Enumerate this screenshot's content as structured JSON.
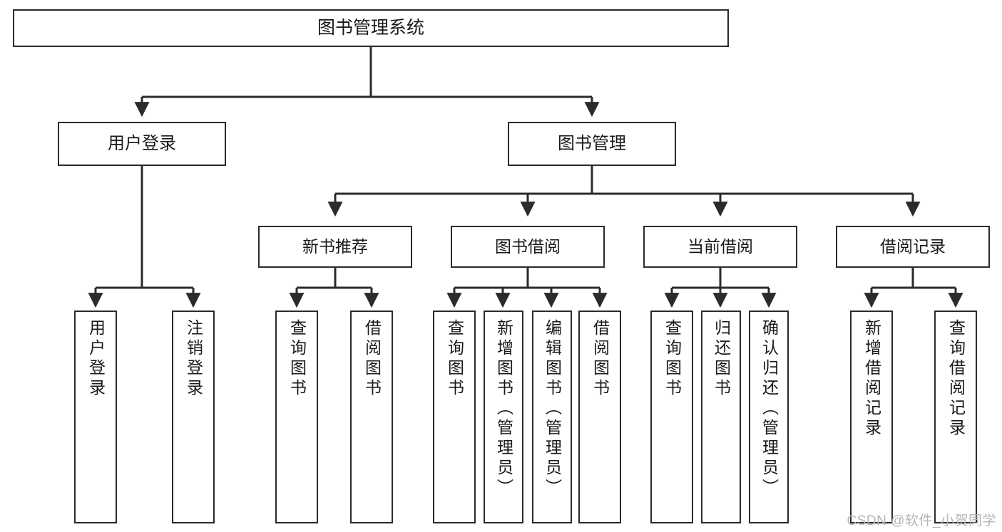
{
  "diagram": {
    "title": "图书管理系统",
    "type": "hierarchy-tree",
    "colors": {
      "box_border": "#2b2b2b",
      "box_fill": "#ffffff",
      "connector": "#2b2b2b",
      "text": "#1a1a1a",
      "watermark": "#b4b4b4",
      "background": "#ffffff"
    },
    "nodes": {
      "root": {
        "label": "图书管理系统"
      },
      "level2": [
        {
          "label": "用户登录"
        },
        {
          "label": "图书管理"
        }
      ],
      "level3": [
        {
          "label": "新书推荐"
        },
        {
          "label": "图书借阅"
        },
        {
          "label": "当前借阅"
        },
        {
          "label": "借阅记录"
        }
      ],
      "leaves": {
        "user_login": [
          {
            "label": "用户登录"
          },
          {
            "label": "注销登录"
          }
        ],
        "new_book_recommend": [
          {
            "label": "查询图书"
          },
          {
            "label": "借阅图书"
          }
        ],
        "book_borrow": [
          {
            "label": "查询图书"
          },
          {
            "label": "新增图书（管理员）"
          },
          {
            "label": "编辑图书（管理员）"
          },
          {
            "label": "借阅图书"
          }
        ],
        "current_borrow": [
          {
            "label": "查询图书"
          },
          {
            "label": "归还图书"
          },
          {
            "label": "确认归还（管理员）"
          }
        ],
        "borrow_records": [
          {
            "label": "新增借阅记录"
          },
          {
            "label": "查询借阅记录"
          }
        ]
      }
    },
    "watermark": "CSDN @软件_小贺同学"
  }
}
